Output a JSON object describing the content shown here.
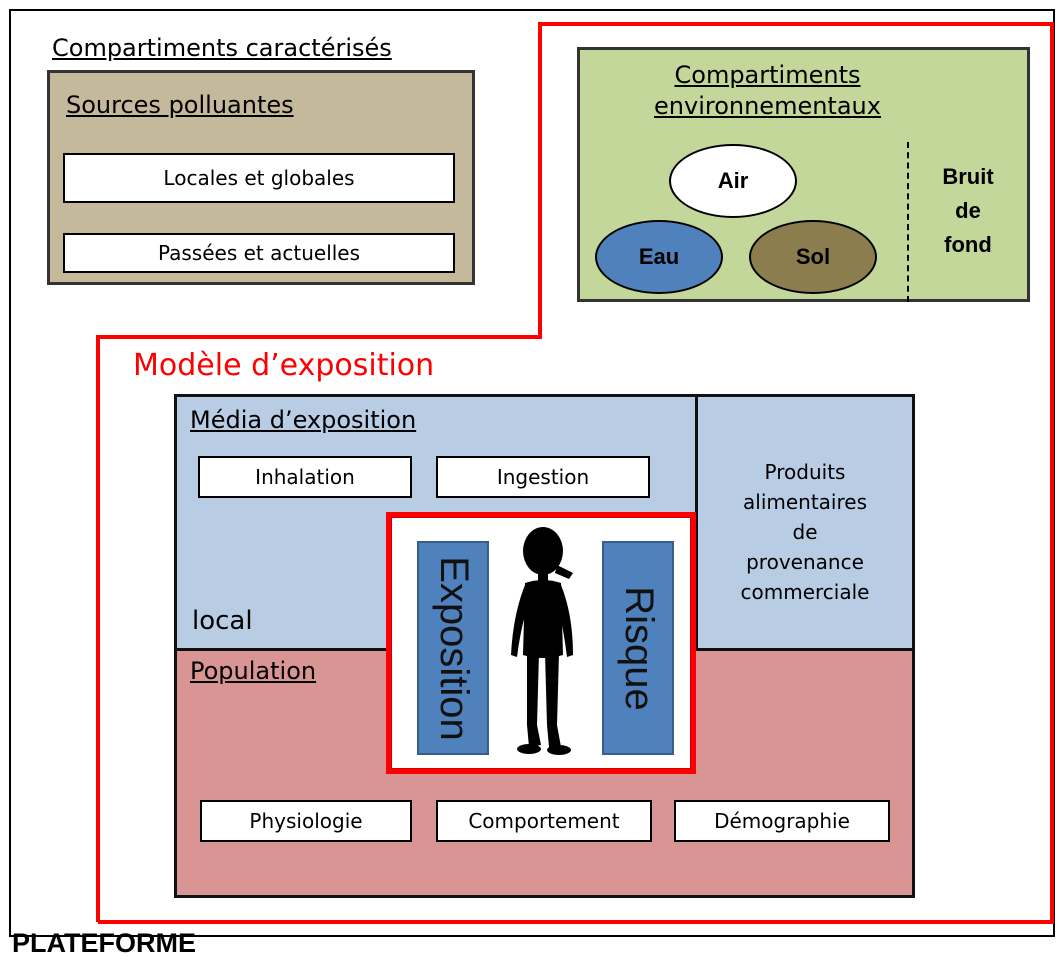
{
  "characterized": {
    "title": "Compartiments caractérisés",
    "sources": {
      "title": "Sources polluantes",
      "items": [
        "Locales et globales",
        "Passées et actuelles"
      ]
    }
  },
  "environmental": {
    "title_line1": "Compartiments",
    "title_line2": "environnementaux",
    "air": "Air",
    "water": "Eau",
    "soil": "Sol",
    "background_noise": [
      "Bruit",
      "de",
      "fond"
    ]
  },
  "exposure_model": {
    "title": "Modèle d’exposition",
    "media": {
      "title": "Média d’exposition",
      "routes": [
        "Inhalation",
        "Ingestion"
      ],
      "local_label": "local",
      "commercial": [
        "Produits",
        "alimentaires",
        "de",
        "provenance",
        "commerciale"
      ]
    },
    "population": {
      "title": "Population",
      "factors": [
        "Physiologie",
        "Comportement",
        "Démographie"
      ]
    },
    "center": {
      "left_bar": "Exposition",
      "right_bar": "Risque",
      "figure_icon": "person-silhouette-icon"
    }
  },
  "platform_label": "PLATEFORME",
  "colors": {
    "sources_bg": "#c5b99c",
    "environment_bg": "#c4d79b",
    "media_bg": "#b8cce4",
    "population_bg": "#d99594",
    "accent_red": "#ff0000",
    "bar_blue": "#4f81bd",
    "soil_brown": "#8b7d4e",
    "water_blue": "#4f81bd"
  }
}
